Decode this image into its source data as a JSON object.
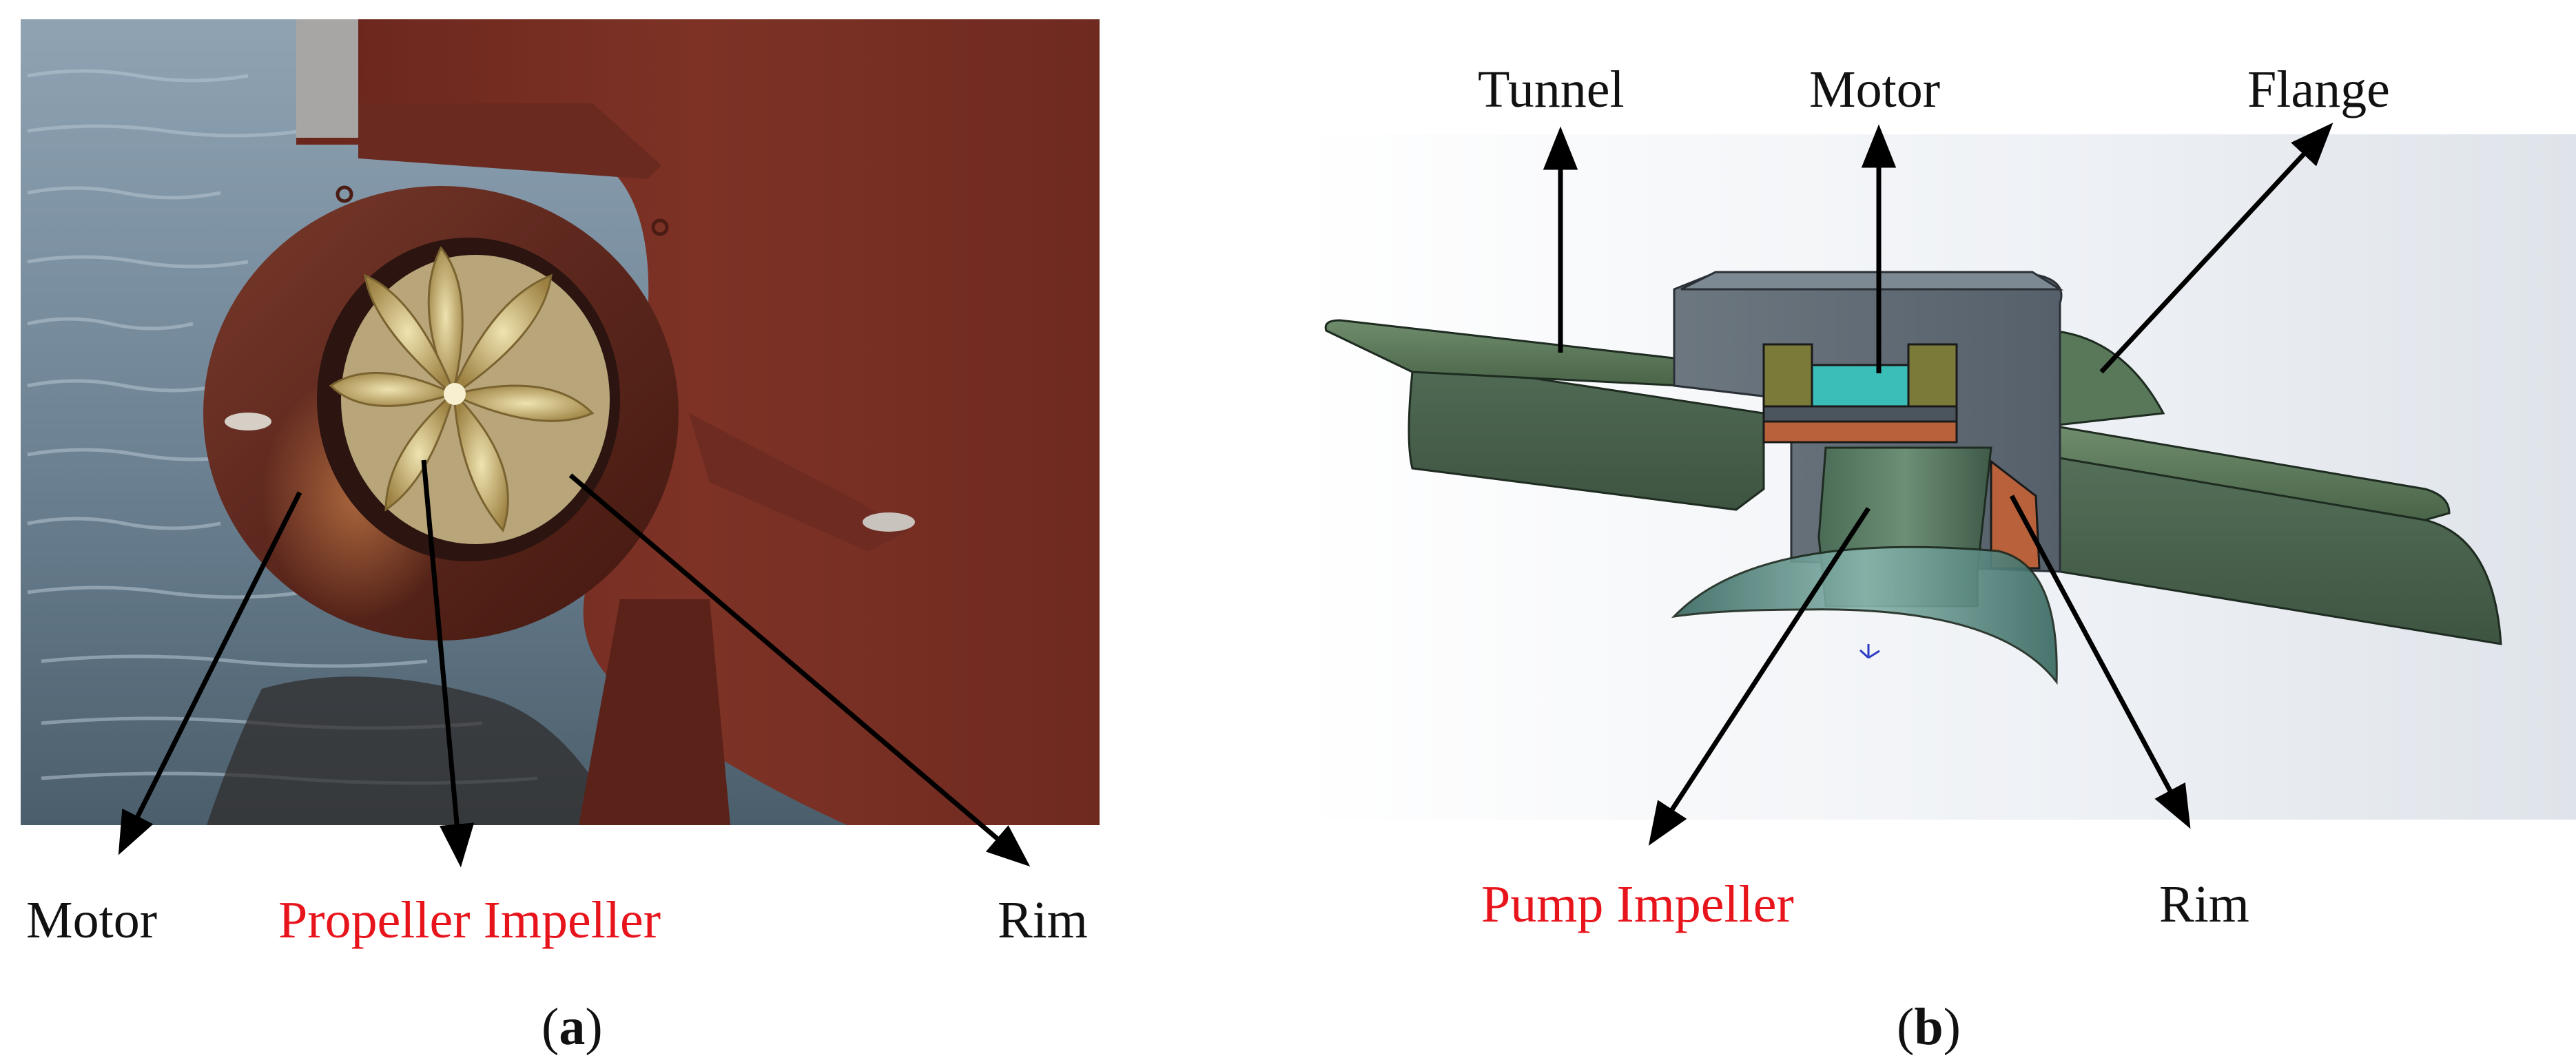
{
  "panel_a": {
    "sublabel_prefix": "(",
    "sublabel_letter": "a",
    "sublabel_suffix": ")",
    "labels": {
      "motor": "Motor",
      "propeller_impeller": "Propeller Impeller",
      "rim": "Rim"
    }
  },
  "panel_b": {
    "sublabel_prefix": "(",
    "sublabel_letter": "b",
    "sublabel_suffix": ")",
    "labels": {
      "tunnel": "Tunnel",
      "motor": "Motor",
      "flange": "Flange",
      "pump_impeller": "Pump Impeller",
      "rim": "Rim"
    }
  },
  "colors": {
    "highlight_label": "#e8141c",
    "hull": "#7a2e22",
    "water": "#6e8597",
    "housing_green": "#4f6a4f",
    "motor_cyan": "#3bbdb8",
    "rim_copper": "#b8613b",
    "stator_olive": "#7c7a38"
  }
}
